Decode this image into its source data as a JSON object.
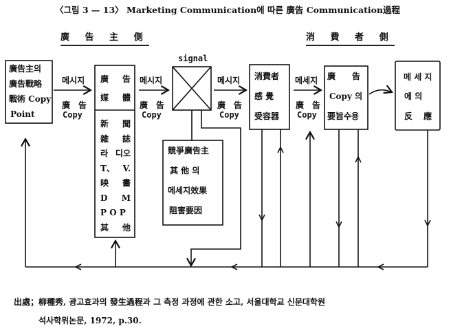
{
  "title": "〈그림 3 — 13〉 Marketing Communication에 따른 廣告 Communication過程",
  "sections": {
    "advertiser_side": "廣 告 主 側",
    "consumer_side": "消 費 者 側"
  },
  "boxes": {
    "advertiser": [
      "廣告主의",
      "廣告戰略",
      "戰術 Copy",
      "Point"
    ],
    "media_head": [
      "廣",
      "告",
      "媒",
      "體"
    ],
    "media_list": [
      [
        "新",
        "聞"
      ],
      [
        "雜",
        "誌"
      ],
      [
        "라",
        "디오"
      ],
      [
        "T、",
        "V."
      ],
      [
        "映",
        "畵"
      ],
      [
        "D",
        "M"
      ],
      [
        "P O P",
        ""
      ],
      [
        "其",
        "他"
      ]
    ],
    "signal_label": "signal",
    "noise": [
      "競爭廣告主",
      "其 他 의",
      "메세지效果",
      "阻害要因"
    ],
    "perception": [
      "消費者",
      "感 覺",
      "受容器"
    ],
    "acceptance": [
      "廣　　告",
      "Copy 의",
      "要旨수용"
    ],
    "response": [
      "메 세 지",
      "에 의",
      "反　 應"
    ]
  },
  "arrow_labels": {
    "top": "메시지",
    "top_alt": "메세지",
    "bottom1": "廣　告",
    "bottom2": "Copy"
  },
  "footer": {
    "line1": "出處；柳種秀, 광고효과의 發生過程과 그 측정 과정에 관한 소고, 서울대학교 신문대학원",
    "line2": "석사학위논문, 1972, p.30."
  }
}
